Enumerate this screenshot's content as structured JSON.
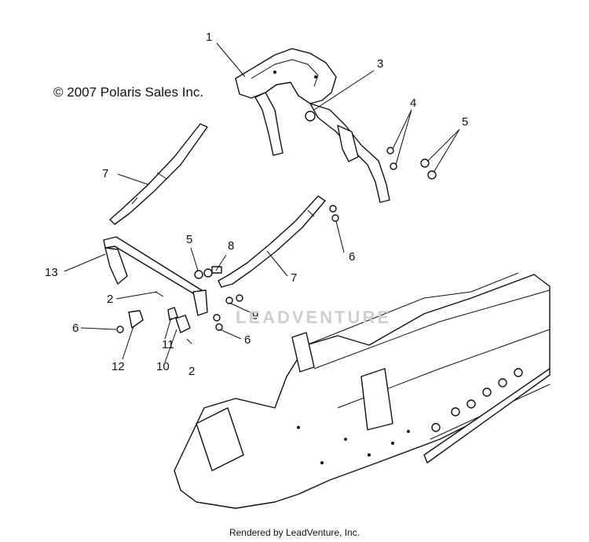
{
  "copyright": "© 2007 Polaris Sales Inc.",
  "footer": "Rendered by LeadVenture, Inc.",
  "watermark": "LEADVENTURE",
  "callouts": [
    {
      "label": "1"
    },
    {
      "label": "3"
    },
    {
      "label": "4"
    },
    {
      "label": "5"
    },
    {
      "label": "7"
    },
    {
      "label": "5"
    },
    {
      "label": "8"
    },
    {
      "label": "13"
    },
    {
      "label": "6"
    },
    {
      "label": "7"
    },
    {
      "label": "2"
    },
    {
      "label": "9"
    },
    {
      "label": "6"
    },
    {
      "label": "11"
    },
    {
      "label": "6"
    },
    {
      "label": "12"
    },
    {
      "label": "10"
    },
    {
      "label": "2"
    }
  ]
}
